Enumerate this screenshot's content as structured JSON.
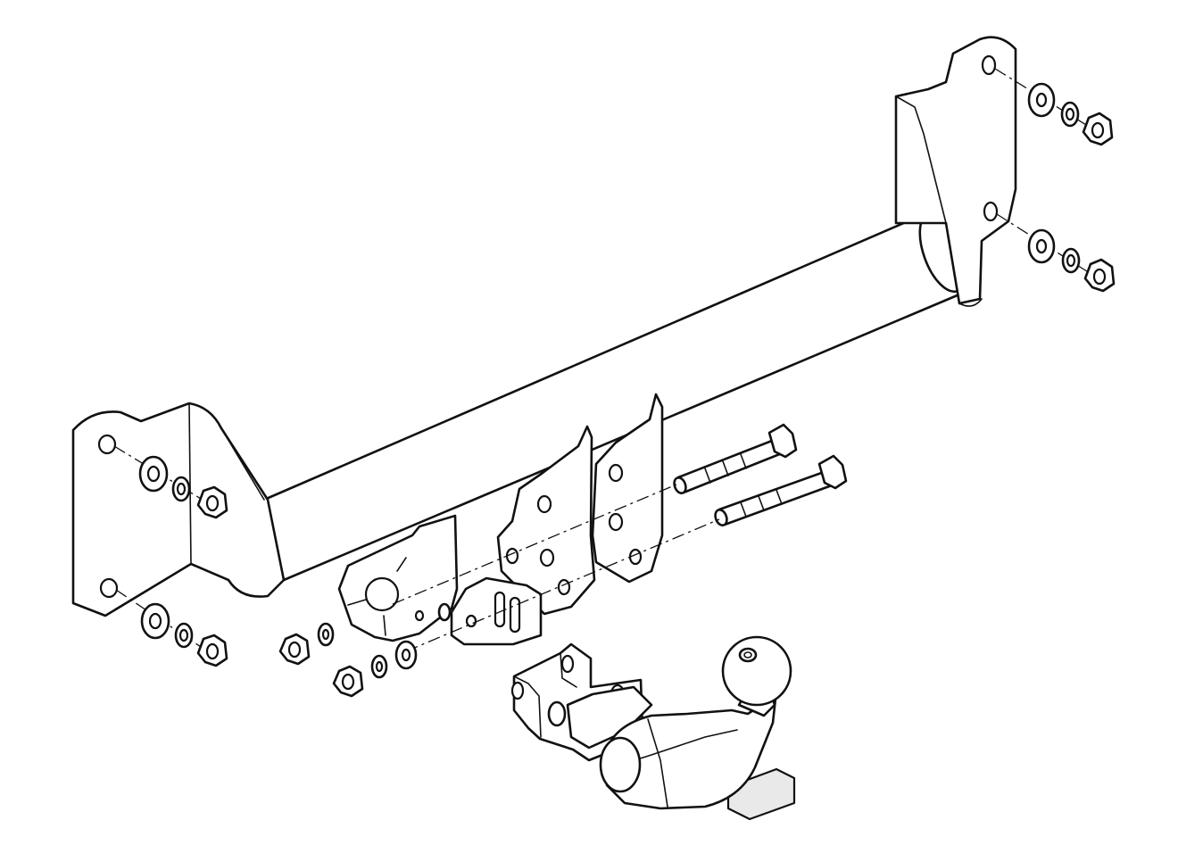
{
  "diagram": {
    "subject": "tow-bar-exploded-assembly",
    "parts": [
      {
        "name": "cross-beam-tube",
        "icon": "tube-icon"
      },
      {
        "name": "left-mounting-bracket",
        "icon": "bracket-icon"
      },
      {
        "name": "right-mounting-bracket",
        "icon": "bracket-icon"
      },
      {
        "name": "center-mounting-plates",
        "icon": "plate-icon"
      },
      {
        "name": "socket-plate",
        "icon": "socket-plate-icon"
      },
      {
        "name": "hitch-receiver",
        "icon": "receiver-icon"
      },
      {
        "name": "tow-ball-neck",
        "icon": "tow-ball-icon"
      },
      {
        "name": "long-bolts",
        "count": 2,
        "icon": "bolt-icon"
      },
      {
        "name": "hex-nuts",
        "icon": "nut-icon"
      },
      {
        "name": "flat-washers",
        "icon": "washer-icon"
      },
      {
        "name": "spring-washers",
        "icon": "spring-washer-icon"
      }
    ],
    "colors": {
      "line": "#111111",
      "background": "#ffffff",
      "shade": "#e9e9e9"
    }
  }
}
